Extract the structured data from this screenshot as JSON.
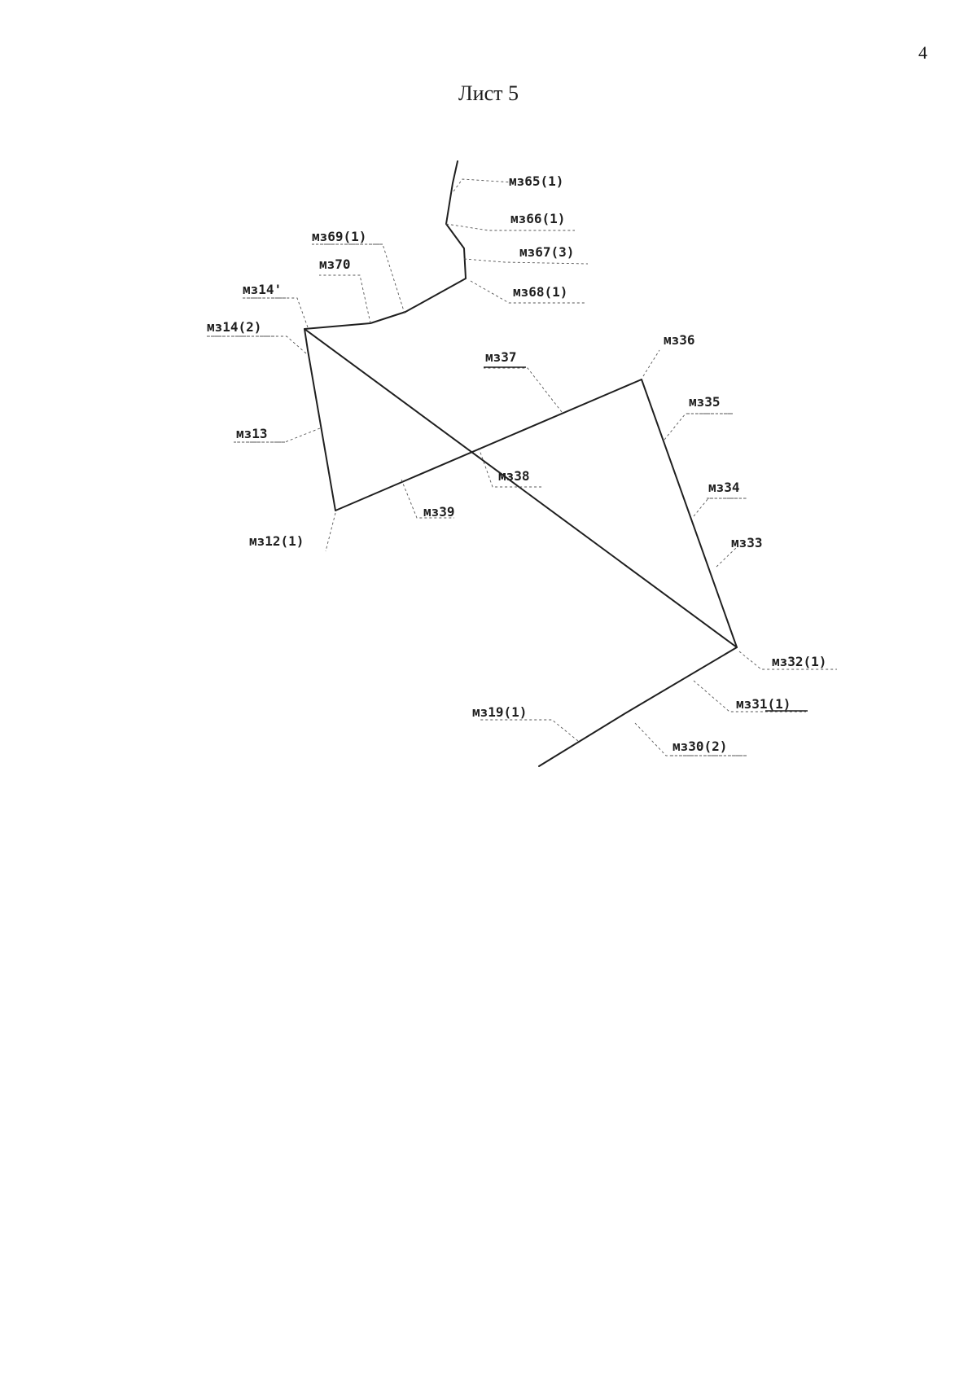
{
  "page_number": "4",
  "sheet_title": "Лист 5",
  "points": {
    "mz65_1": "мз65(1)",
    "mz66_1": "мз66(1)",
    "mz67_3": "мз67(3)",
    "mz68_1": "мз68(1)",
    "mz69_1": "мз69(1)",
    "mz70": "мз70",
    "mz14p": "мз14'",
    "mz14_2": "мз14(2)",
    "mz13": "мз13",
    "mz12_1": "мз12(1)",
    "mz39": "мз39",
    "mz38": "мз38",
    "mz37": "мз37",
    "mz36": "мз36",
    "mz35": "мз35",
    "mz34": "мз34",
    "mz33": "мз33",
    "mz32_1": "мз32(1)",
    "mz31_1": "мз31(1)",
    "mz30_2": "мз30(2)",
    "mz19_1": "мз19(1)"
  }
}
